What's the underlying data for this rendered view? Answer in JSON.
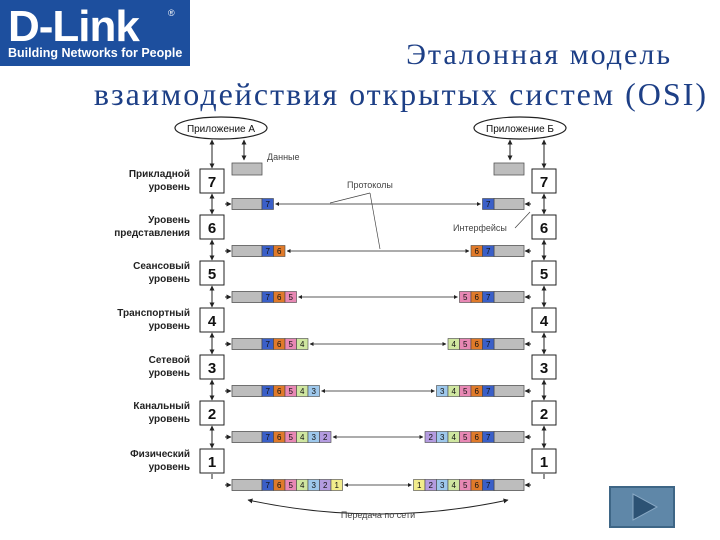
{
  "header": {
    "logo_text": "D-Link",
    "logo_mark": "®",
    "logo_tagline": "Building Networks for People",
    "title_line1": "Эталонная модель",
    "title_line2": "взаимодействия открытых систем (OSI)"
  },
  "diagram": {
    "app_a": "Приложение А",
    "app_b": "Приложение Б",
    "data_label": "Данные",
    "protocols_label": "Протоколы",
    "interfaces_label": "Интерфейсы",
    "network_label": "Передача по сети",
    "layers": [
      {
        "num": "7",
        "line1": "Прикладной",
        "line2": "уровень"
      },
      {
        "num": "6",
        "line1": "Уровень",
        "line2": "представления"
      },
      {
        "num": "5",
        "line1": "Сеансовый",
        "line2": "уровень"
      },
      {
        "num": "4",
        "line1": "Транспортный",
        "line2": "уровень"
      },
      {
        "num": "3",
        "line1": "Сетевой",
        "line2": "уровень"
      },
      {
        "num": "2",
        "line1": "Канальный",
        "line2": "уровень"
      },
      {
        "num": "1",
        "line1": "Физический",
        "line2": "уровень"
      }
    ],
    "packets_left": [
      [
        "7"
      ],
      [
        "7",
        "6"
      ],
      [
        "7",
        "6",
        "5"
      ],
      [
        "7",
        "6",
        "5",
        "4"
      ],
      [
        "7",
        "6",
        "5",
        "4",
        "3"
      ],
      [
        "7",
        "6",
        "5",
        "4",
        "3",
        "2"
      ],
      [
        "7",
        "6",
        "5",
        "4",
        "3",
        "2",
        "1"
      ]
    ],
    "packets_right": [
      [
        "7"
      ],
      [
        "6",
        "7"
      ],
      [
        "5",
        "6",
        "7"
      ],
      [
        "4",
        "5",
        "6",
        "7"
      ],
      [
        "3",
        "4",
        "5",
        "6",
        "7"
      ],
      [
        "2",
        "3",
        "4",
        "5",
        "6",
        "7"
      ],
      [
        "1",
        "2",
        "3",
        "4",
        "5",
        "6",
        "7"
      ]
    ],
    "header_colors": {
      "7": "#3a5fc8",
      "6": "#e07a2a",
      "5": "#e888b4",
      "4": "#cfe6a0",
      "3": "#9ec8ec",
      "2": "#b49ce0",
      "1": "#f2ec8c"
    },
    "data_color": "#bdbdbd",
    "nav_icon": "play-arrow-icon"
  }
}
